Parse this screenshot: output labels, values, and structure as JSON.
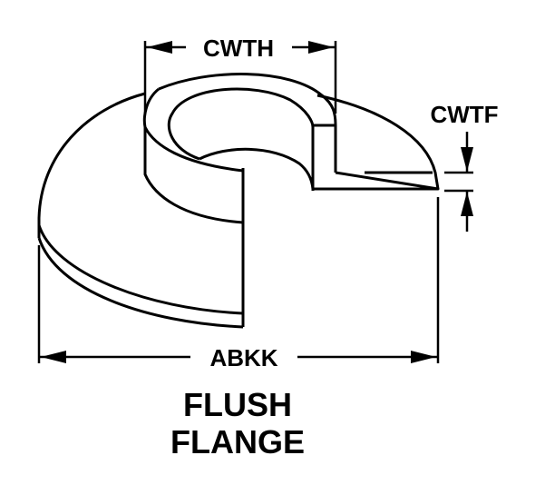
{
  "diagram": {
    "title_line1": "FLUSH",
    "title_line2": "FLANGE",
    "dimensions": {
      "top_width": "CWTH",
      "flange_thickness": "CWTF",
      "overall_diameter": "ABKK"
    },
    "colors": {
      "line": "#000000",
      "background": "#ffffff"
    }
  }
}
